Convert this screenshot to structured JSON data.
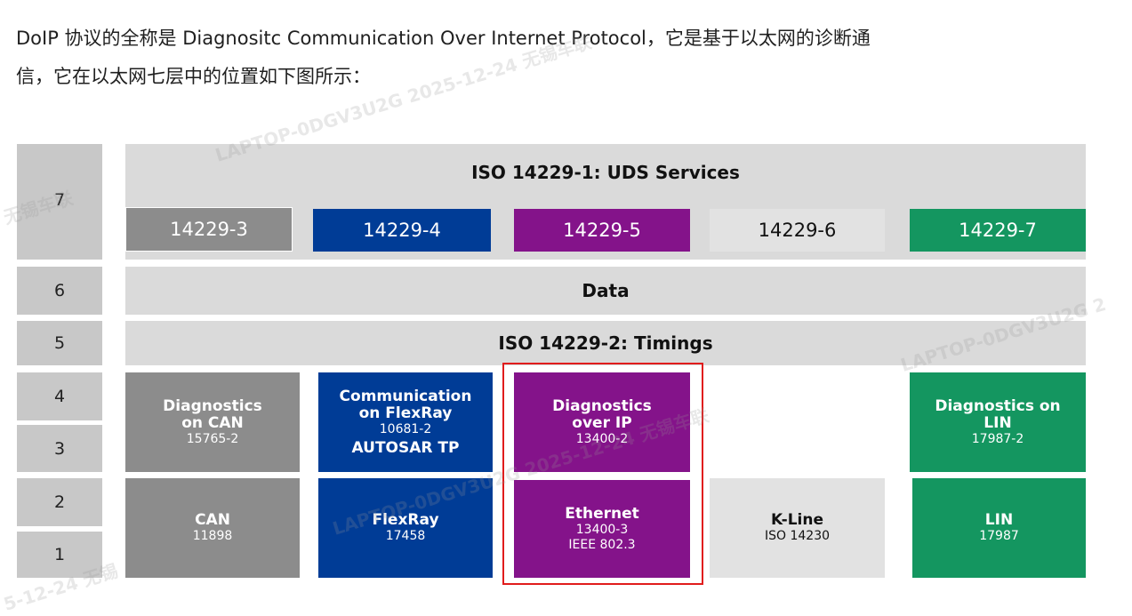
{
  "intro": {
    "line1": "DoIP 协议的全称是 Diagnositc Communication Over Internet Protocol，它是基于以太网的诊断通",
    "line2": "信，它在以太网七层中的位置如下图所示："
  },
  "layers": [
    "7",
    "6",
    "5",
    "4",
    "3",
    "2",
    "1"
  ],
  "bands": {
    "uds": "ISO 14229-1: UDS Services",
    "data": "Data",
    "timings": "ISO 14229-2: Timings"
  },
  "parts": [
    "14229-3",
    "14229-4",
    "14229-5",
    "14229-6",
    "14229-7"
  ],
  "stack": {
    "can_diag": {
      "title": "Diagnostics on CAN",
      "code": "15765-2"
    },
    "flexray_comm": {
      "title": "Communication on FlexRay",
      "code": "10681-2",
      "extra": "AUTOSAR TP"
    },
    "doip": {
      "title": "Diagnostics over IP",
      "code": "13400-2"
    },
    "lin_diag": {
      "title": "Diagnostics on LIN",
      "code": "17987-2"
    },
    "can": {
      "title": "CAN",
      "code": "11898"
    },
    "flexray": {
      "title": "FlexRay",
      "code": "17458"
    },
    "ethernet": {
      "title": "Ethernet",
      "code": "13400-3",
      "extra": "IEEE 802.3"
    },
    "kline": {
      "title": "K-Line",
      "code": "ISO 14230"
    },
    "lin": {
      "title": "LIN",
      "code": "17987"
    }
  },
  "watermarks": [
    "LAPTOP-0DGV3U2G 2025-12-24 无锡车联",
    "LAPTOP-0DGV3U2G 2",
    "无锡车联",
    "LAPTOP-0DGV3U2G 2025-12-24 无锡车联",
    "5-12-24 无锡"
  ],
  "colors": {
    "gray": "#8c8c8c",
    "blue": "#003c96",
    "purple": "#84138a",
    "light": "#e2e2e2",
    "green": "#149660",
    "highlight": "#e01c1c"
  }
}
